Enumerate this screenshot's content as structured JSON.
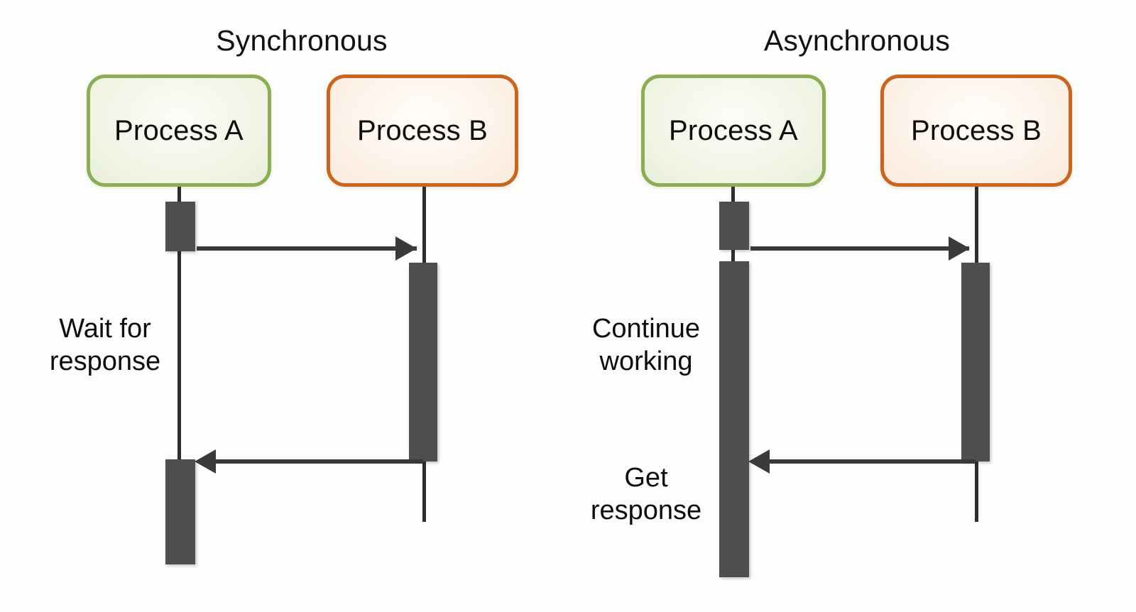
{
  "diagram": {
    "title_kind": "sequence-diagram",
    "background_color": "#fdfdfc",
    "palette": {
      "process_a_border": "#8bae52",
      "process_a_fill": "#f2f6e8",
      "process_b_border": "#c8651f",
      "process_b_fill": "#fdf3ea",
      "activation_bar": "#4e4e4e",
      "lifeline": "#2e2e2e",
      "message_arrow": "#3a3a3a",
      "text": "#0d0d0d"
    }
  },
  "panels": [
    {
      "id": "synchronous",
      "title": "Synchronous",
      "participants": [
        {
          "id": "sync-process-a",
          "label": "Process A",
          "style": "green"
        },
        {
          "id": "sync-process-b",
          "label": "Process B",
          "style": "orange"
        }
      ],
      "notes": [
        {
          "id": "sync-note-wait",
          "text": "Wait for\nresponse"
        }
      ],
      "messages": [
        {
          "id": "sync-request",
          "from": "Process A",
          "to": "Process B",
          "direction": "right",
          "label": ""
        },
        {
          "id": "sync-response",
          "from": "Process B",
          "to": "Process A",
          "direction": "left",
          "label": ""
        }
      ]
    },
    {
      "id": "asynchronous",
      "title": "Asynchronous",
      "participants": [
        {
          "id": "async-process-a",
          "label": "Process A",
          "style": "green"
        },
        {
          "id": "async-process-b",
          "label": "Process B",
          "style": "orange"
        }
      ],
      "notes": [
        {
          "id": "async-note-continue",
          "text": "Continue\nworking"
        },
        {
          "id": "async-note-get",
          "text": "Get\nresponse"
        }
      ],
      "messages": [
        {
          "id": "async-request",
          "from": "Process A",
          "to": "Process B",
          "direction": "right",
          "label": ""
        },
        {
          "id": "async-response",
          "from": "Process B",
          "to": "Process A",
          "direction": "left",
          "label": ""
        }
      ]
    }
  ]
}
